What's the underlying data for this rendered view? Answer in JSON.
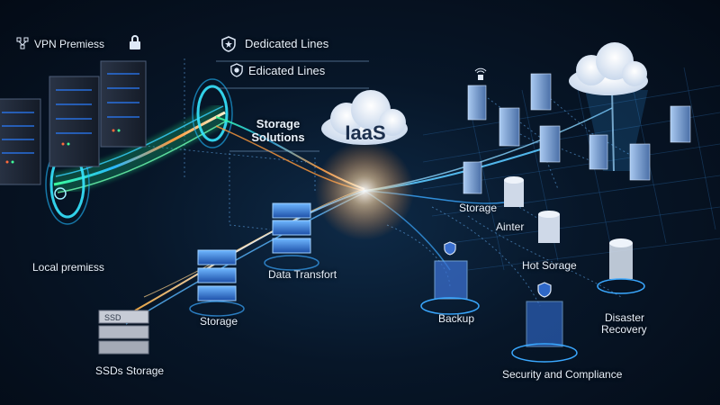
{
  "labels": {
    "vpn_premises": "VPN Premiess",
    "dedicated_lines_1": "Dedicated Lines",
    "dedicated_lines_2": "Edicated Lines",
    "storage_solutions": "Storage Solutions",
    "iaas": "IaaS",
    "local_premises": "Local premiᴇss",
    "data_transfer": "Data Transfort",
    "storage_center": "Storage",
    "ssds_storage": "SSDs Storage",
    "storage_right": "Storage",
    "ainter": "Ainter",
    "hot_storage": "Hot Sorage",
    "backup": "Backup",
    "disaster_recovery_1": "Disaster",
    "disaster_recovery_2": "Recovery",
    "security_compliance": "Security and Compliance"
  },
  "icons": [
    "network-icon",
    "lock-icon",
    "shield-star-icon",
    "shield-icon",
    "wifi-lock-icon",
    "backup-shield-icon",
    "security-shield-icon"
  ],
  "colors": {
    "background": "#05101f",
    "stream_green": "#3bff9a",
    "stream_blue": "#27b8ff",
    "stream_orange": "#ff9a3c",
    "label_text": "#e9f1fb"
  }
}
